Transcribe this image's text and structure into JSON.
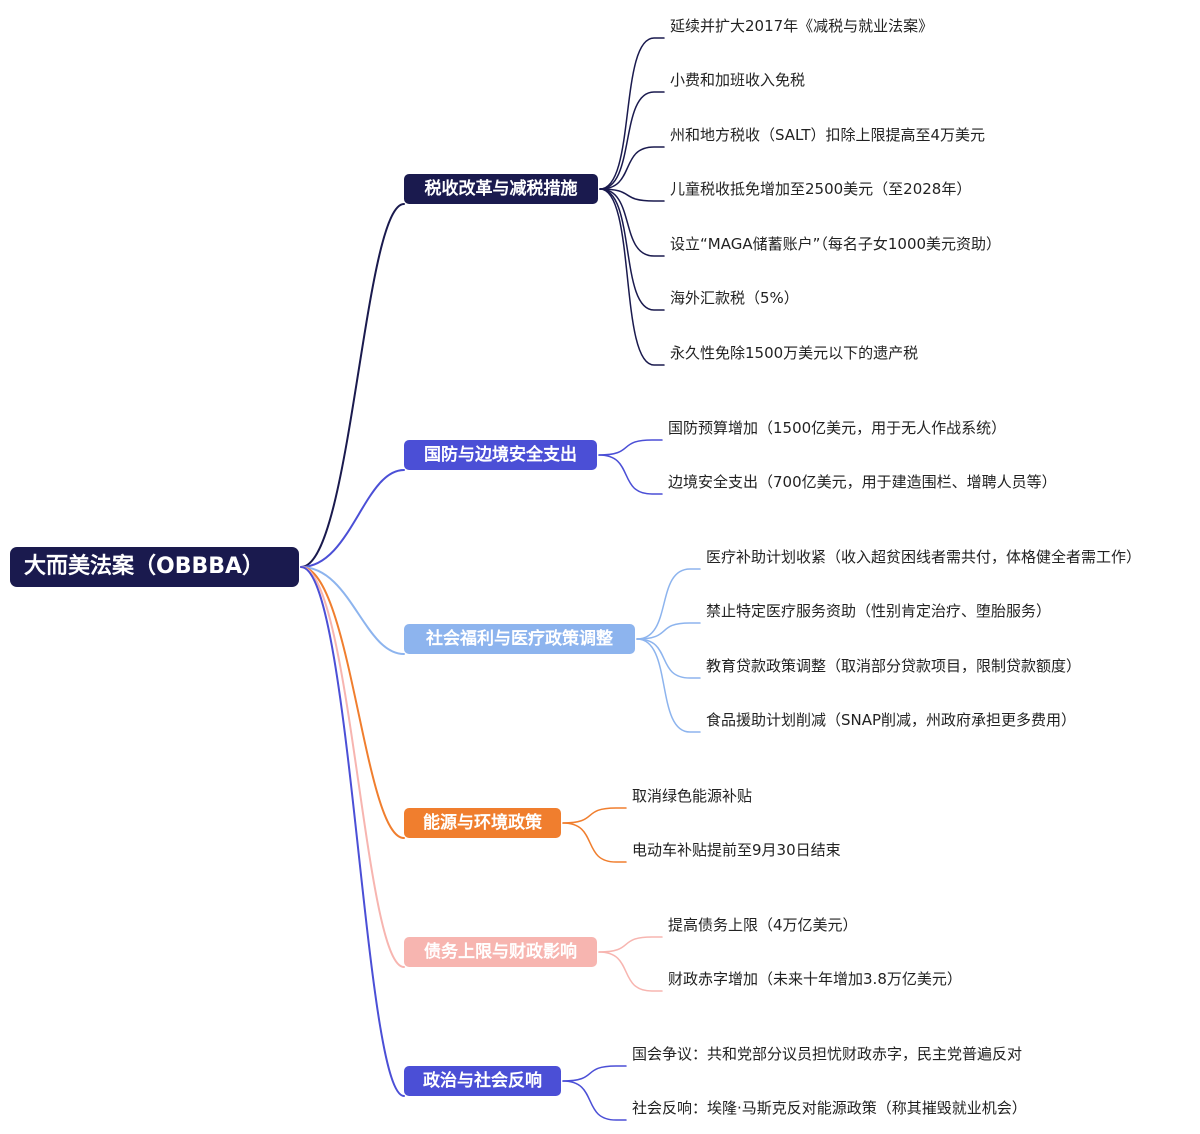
{
  "root": {
    "label": "大而美法案（OBBBA）"
  },
  "branches": [
    {
      "label": "税收改革与减税措施",
      "color": "#1a1a4e",
      "items": [
        "延续并扩大2017年《减税与就业法案》",
        "小费和加班收入免税",
        "州和地方税收（SALT）扣除上限提高至4万美元",
        "儿童税收抵免增加至2500美元（至2028年）",
        "设立“MAGA储蓄账户”（每名子女1000美元资助）",
        "海外汇款税（5%）",
        "永久性免除1500万美元以下的遗产税"
      ]
    },
    {
      "label": "国防与边境安全支出",
      "color": "#4b4fd6",
      "items": [
        "国防预算增加（1500亿美元，用于无人作战系统）",
        "边境安全支出（700亿美元，用于建造围栏、增聘人员等）"
      ]
    },
    {
      "label": "社会福利与医疗政策调整",
      "color": "#8db4ee",
      "items": [
        "医疗补助计划收紧（收入超贫困线者需共付，体格健全者需工作）",
        "禁止特定医疗服务资助（性别肯定治疗、堕胎服务）",
        "教育贷款政策调整（取消部分贷款项目，限制贷款额度）",
        "食品援助计划削减（SNAP削减，州政府承担更多费用）"
      ]
    },
    {
      "label": "能源与环境政策",
      "color": "#f07e2e",
      "items": [
        "取消绿色能源补贴",
        "电动车补贴提前至9月30日结束"
      ]
    },
    {
      "label": "债务上限与财政影响",
      "color": "#f7b5b0",
      "items": [
        "提高债务上限（4万亿美元）",
        "财政赤字增加（未来十年增加3.8万亿美元）"
      ]
    },
    {
      "label": "政治与社会反响",
      "color": "#4b4fd6",
      "items": [
        "国会争议：共和党部分议员担忧财政赤字，民主党普遍反对",
        "社会反响：埃隆·马斯克反对能源政策（称其摧毁就业机会）"
      ]
    }
  ]
}
